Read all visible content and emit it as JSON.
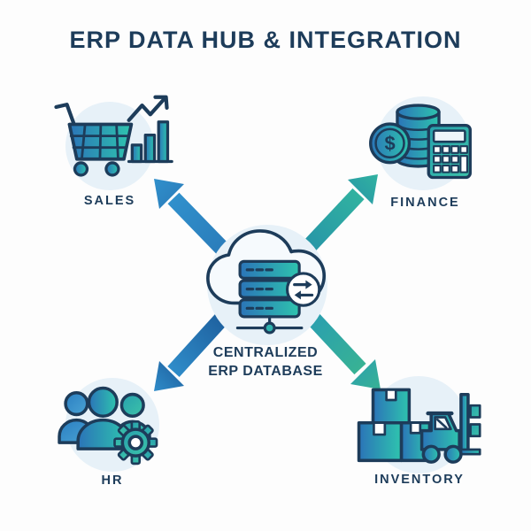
{
  "title": "ERP DATA HUB & INTEGRATION",
  "center": {
    "label_line1": "CENTRALIZED",
    "label_line2": "ERP DATABASE",
    "icon": "cloud-server-sync-icon"
  },
  "modules": [
    {
      "id": "sales",
      "label": "SALES",
      "icon": "shopping-cart-growth-chart-icon",
      "position": "top-left"
    },
    {
      "id": "finance",
      "label": "FINANCE",
      "icon": "coins-dollar-calculator-icon",
      "position": "top-right"
    },
    {
      "id": "hr",
      "label": "HR",
      "icon": "people-group-gear-icon",
      "position": "bottom-left"
    },
    {
      "id": "inventory",
      "label": "INVENTORY",
      "icon": "boxes-forklift-icon",
      "position": "bottom-right"
    }
  ],
  "arrows": [
    {
      "from": "center",
      "to": "sales",
      "direction": "up-left",
      "color": "#2d86c4"
    },
    {
      "from": "center",
      "to": "finance",
      "direction": "up-right",
      "color": "#2aa6a2"
    },
    {
      "from": "center",
      "to": "hr",
      "direction": "down-left",
      "color": "#2371ad"
    },
    {
      "from": "center",
      "to": "inventory",
      "direction": "down-right",
      "color": "#31a89e"
    }
  ],
  "colors": {
    "navy": "#1d3c5a",
    "blue": "#2b74b8",
    "teal": "#2ec4ae",
    "arrow_blue": "#2d86c4",
    "arrow_teal": "#2aa6a2",
    "circle_bg": "#e7f1f8",
    "background": "#fdfdfd"
  }
}
